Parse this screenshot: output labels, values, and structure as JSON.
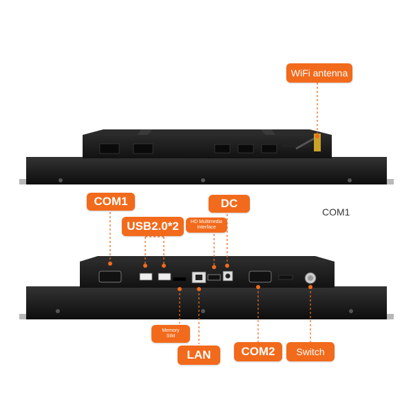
{
  "labels": {
    "wifi_antenna": "WiFi antenna",
    "com1": "COM1",
    "usb": "USB2.0*2",
    "hdmi": "HD Multimedia\nInterface",
    "dc": "DC",
    "com1_side": "COM1",
    "memory_sim": "Memory\nSIM",
    "lan": "LAN",
    "com2": "COM2",
    "switch": "Switch"
  },
  "colors": {
    "accent": "#f26a1b",
    "device": "#1a1a1a"
  }
}
